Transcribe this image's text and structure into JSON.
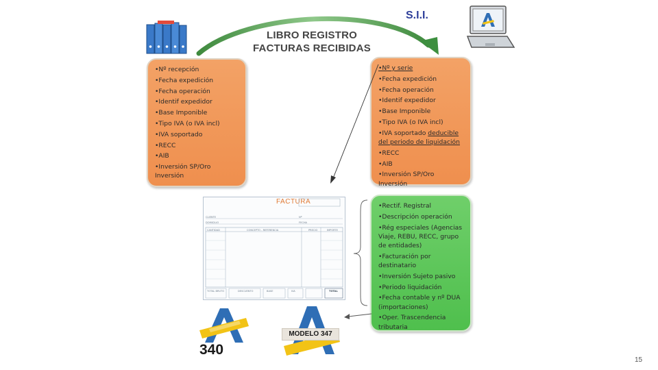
{
  "header": {
    "title_line1": "LIBRO REGISTRO",
    "title_line2": "FACTURAS RECIBIDAS",
    "sii": "S.I.I."
  },
  "left_box": {
    "items": [
      "•Nº recepción",
      "•Fecha expedición",
      "•Fecha operación",
      "•Identif expedidor",
      "•Base Imponible",
      "•Tipo IVA (o IVA incl)",
      "•IVA soportado",
      "•RECC",
      "•AIB",
      "•Inversión SP/Oro Inversión"
    ]
  },
  "right_box": {
    "item1": "•Nº y serie",
    "item2": "•Fecha expedición",
    "item3": "•Fecha operación",
    "item4": "•Identif expedidor",
    "item5": "•Base Imponible",
    "item6": "•Tipo IVA (o IVA incl)",
    "item7_prefix": "•IVA soportado ",
    "item7_underlined": "deducible del periodo de liquidación",
    "item8": "•RECC",
    "item9": "•AIB",
    "item10": "•Inversión SP/Oro Inversión"
  },
  "green_box": {
    "items": [
      "•Rectif. Registral",
      "•Descripción operación",
      "•Rég especiales (Agencias Viaje, REBU, RECC, grupo de entidades)",
      "•Facturación por destinatario",
      "•Inversión Sujeto pasivo",
      "•Periodo liquidación",
      "•Fecha contable y nº DUA (importaciones)",
      "•Oper. Trascendencia tributaria"
    ]
  },
  "invoice": {
    "title": "FACTURA",
    "cliente": "CLIENTE",
    "domicilio": "DOMICILIO",
    "n": "Nº",
    "fecha": "FECHA",
    "cantidad": "CANTIDAD",
    "concepto": "CONCEPTO - REFERENCIA",
    "precio": "PRECIO",
    "importe": "IMPORTE",
    "total_bruto": "TOTAL BRUTO",
    "descuento": "DESCUENTO",
    "base": "BASE",
    "iva": "IVA",
    "total": "TOTAL"
  },
  "logos": {
    "aeat_340_number": "340",
    "modelo_label": "MODELO 347"
  },
  "footer": {
    "page_number": "15"
  },
  "colors": {
    "orange_box": "#ef8f4e",
    "green_box": "#4fbf4d",
    "aeat_blue": "#2f6eb5",
    "aeat_yellow": "#f2c316",
    "arrow_green": "#3d8f3f"
  }
}
